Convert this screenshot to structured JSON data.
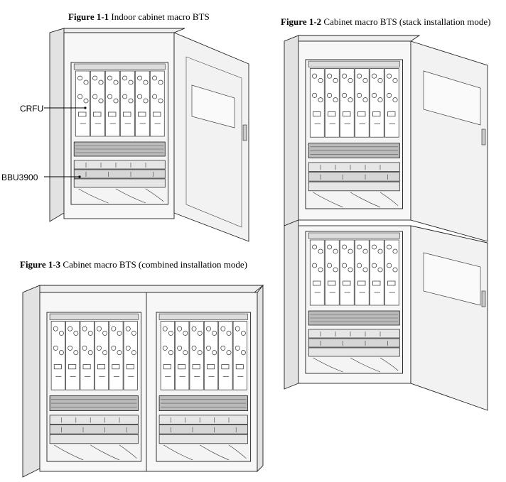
{
  "figures": [
    {
      "number": "Figure 1-1",
      "caption": "Indoor cabinet macro BTS"
    },
    {
      "number": "Figure 1-2",
      "caption": "Cabinet macro BTS (stack installation mode)"
    },
    {
      "number": "Figure 1-3",
      "caption": "Cabinet macro BTS (combined installation mode)"
    }
  ],
  "callouts": {
    "crfu": "CRFU",
    "bbu": "BBU3900"
  }
}
